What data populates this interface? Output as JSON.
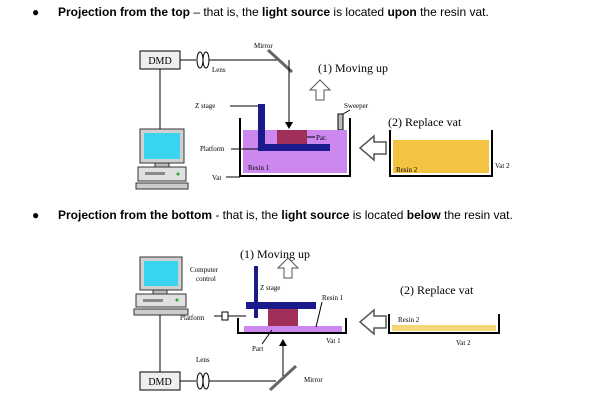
{
  "bullets": [
    {
      "parts": [
        {
          "text": "Projection from the top",
          "bold": true
        },
        {
          "text": " – that is, the ",
          "bold": false
        },
        {
          "text": "light source",
          "bold": true
        },
        {
          "text": " is located ",
          "bold": false
        },
        {
          "text": "upon",
          "bold": true
        },
        {
          "text": " the resin vat.",
          "bold": false
        }
      ]
    },
    {
      "parts": [
        {
          "text": "Projection from the bottom",
          "bold": true
        },
        {
          "text": " - that is, the ",
          "bold": false
        },
        {
          "text": "light source",
          "bold": true
        },
        {
          "text": " is located ",
          "bold": false
        },
        {
          "text": "below",
          "bold": true
        },
        {
          "text": " the resin vat.",
          "bold": false
        }
      ]
    }
  ],
  "diagram_top": {
    "dmd": "DMD",
    "mirror": "Mirror",
    "lens": "Lens",
    "moving_up": "(1) Moving up",
    "z_stage": "Z stage",
    "sweeper": "Sweeper",
    "part": "Par.",
    "replace_vat": "(2) Replace vat",
    "platform": "Platform",
    "resin1": "Resin 1",
    "resin2": "Resin 2",
    "vat2": "Vat 2",
    "vat": "Vat"
  },
  "diagram_bottom": {
    "moving_up": "(1) Moving up",
    "computer_control": [
      "Computer",
      "control"
    ],
    "z_stage": "Z stage",
    "resin1": "Resin 1",
    "replace_vat": "(2) Replace vat",
    "platform": "Platform",
    "resin2": "Resin 2",
    "vat1": "Vat 1",
    "vat2": "Vat 2",
    "part": "Part",
    "lens": "Lens",
    "dmd": "DMD",
    "mirror": "Mirror"
  },
  "colors": {
    "resin_purple": "#cc88ee",
    "resin_yellow": "#f5c342",
    "stage_blue": "#1a1a8c",
    "part_maroon": "#a0305a",
    "screen_cyan": "#39d4f0",
    "light_yellow": "#f2d77a"
  }
}
